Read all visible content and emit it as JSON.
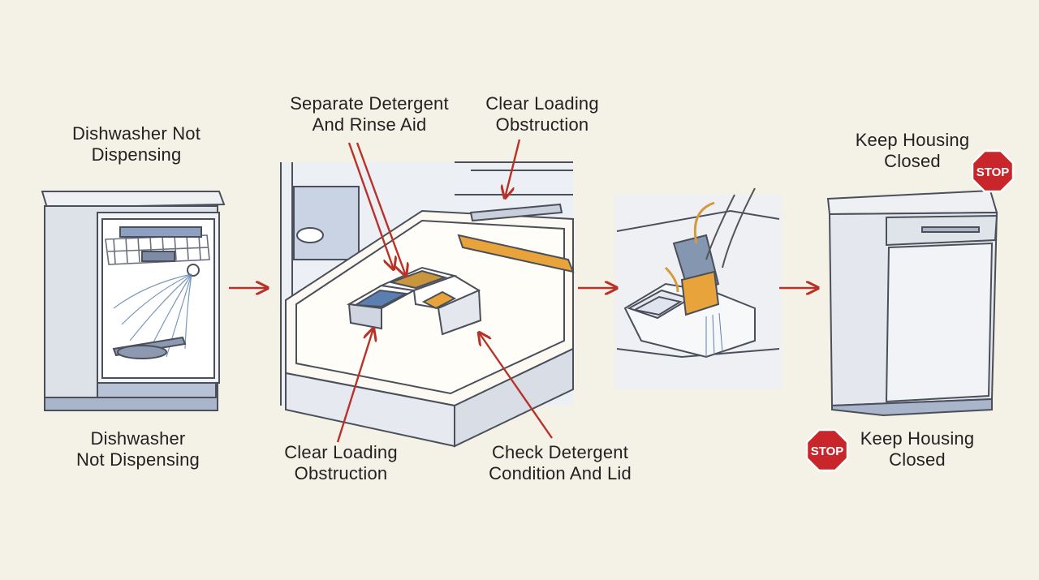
{
  "labels": {
    "left_top": [
      "Dishwasher Not",
      "Dispensing"
    ],
    "left_bottom": [
      "Dishwasher",
      "Not Dispensing"
    ],
    "sep_detergent": [
      "Separate Detergent",
      "And Rinse Aid"
    ],
    "clear_top": [
      "Clear Loading",
      "Obstruction"
    ],
    "clear_bottom": [
      "Clear Loading",
      "Obstruction"
    ],
    "check_detergent": [
      "Check Detergent",
      "Condition And Lid"
    ],
    "keep_top": [
      "Keep Housing",
      "Closed"
    ],
    "keep_bottom": [
      "Keep Housing",
      "Closed"
    ]
  },
  "stop_signs": [
    "STOP",
    "STOP"
  ],
  "colors": {
    "background": "#f4f1e6",
    "arrow": "#b8322a",
    "stop": "#c8262b",
    "appliance": "#e4e7ed",
    "outline": "#4a4f5a",
    "accent": "#e8a33a",
    "water": "#5a7fb0"
  }
}
